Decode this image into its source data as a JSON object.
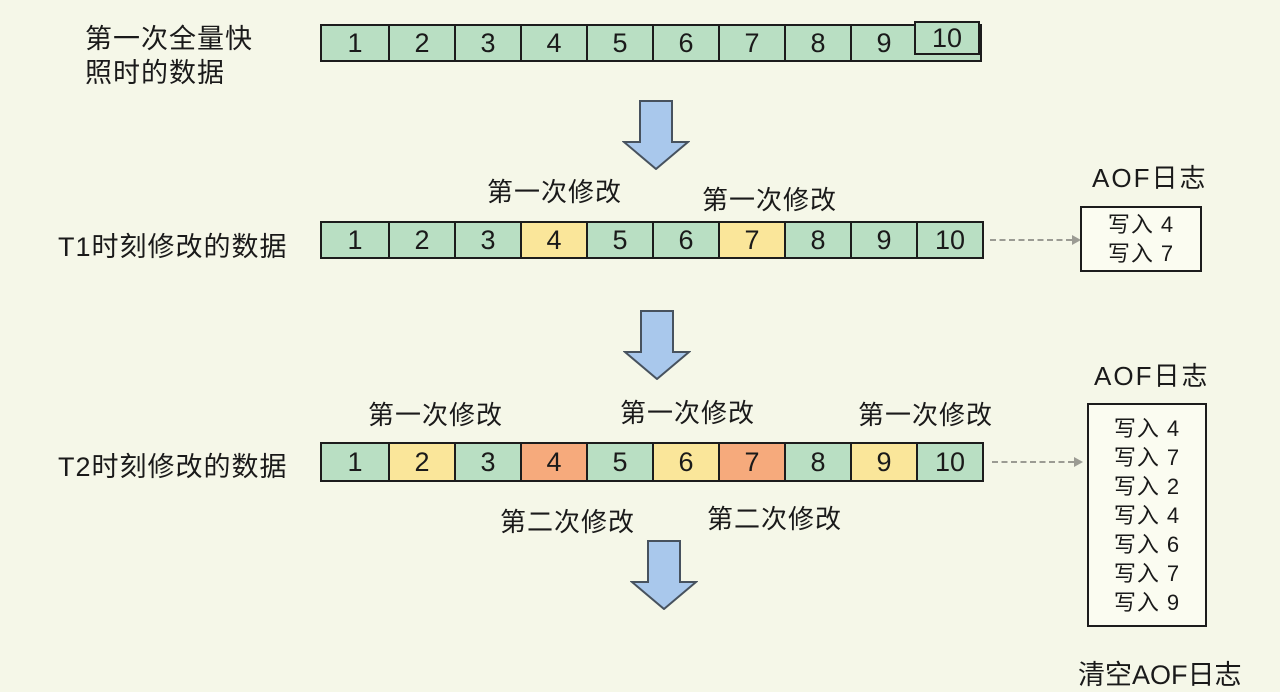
{
  "palette": {
    "background": "#f5f7e8",
    "cell_green": "#b9dfc3",
    "cell_yellow": "#fae69a",
    "cell_orange": "#f6aa7c",
    "cell_border": "#1c1c1c",
    "arrow_fill": "#a9c8ec",
    "arrow_stroke": "#47525e",
    "dash_color": "#9b9b93",
    "box_bg": "#fbfcf1",
    "text_color": "#1a1a1a"
  },
  "snapshot_row": {
    "label_line1": "第一次全量快",
    "label_line2": "照时的数据",
    "cells": [
      {
        "value": "1",
        "color": "green"
      },
      {
        "value": "2",
        "color": "green"
      },
      {
        "value": "3",
        "color": "green"
      },
      {
        "value": "4",
        "color": "green"
      },
      {
        "value": "5",
        "color": "green"
      },
      {
        "value": "6",
        "color": "green"
      },
      {
        "value": "7",
        "color": "green"
      },
      {
        "value": "8",
        "color": "green"
      },
      {
        "value": "9",
        "color": "green"
      },
      {
        "value": "10",
        "color": "green"
      }
    ]
  },
  "t1_row": {
    "label": "T1时刻修改的数据",
    "edit_labels": [
      "第一次修改",
      "第一次修改"
    ],
    "aof_title": "AOF日志",
    "aof_entries": [
      "写入 4",
      "写入 7"
    ],
    "cells": [
      {
        "value": "1",
        "color": "green"
      },
      {
        "value": "2",
        "color": "green"
      },
      {
        "value": "3",
        "color": "green"
      },
      {
        "value": "4",
        "color": "yellow"
      },
      {
        "value": "5",
        "color": "green"
      },
      {
        "value": "6",
        "color": "green"
      },
      {
        "value": "7",
        "color": "yellow"
      },
      {
        "value": "8",
        "color": "green"
      },
      {
        "value": "9",
        "color": "green"
      },
      {
        "value": "10",
        "color": "green"
      }
    ]
  },
  "t2_row": {
    "label": "T2时刻修改的数据",
    "first_edit_labels": [
      "第一次修改",
      "第一次修改",
      "第一次修改"
    ],
    "second_edit_labels": [
      "第二次修改",
      "第二次修改"
    ],
    "aof_title": "AOF日志",
    "aof_entries": [
      "写入 4",
      "写入 7",
      "写入 2",
      "写入 4",
      "写入 6",
      "写入 7",
      "写入 9"
    ],
    "cells": [
      {
        "value": "1",
        "color": "green"
      },
      {
        "value": "2",
        "color": "yellow"
      },
      {
        "value": "3",
        "color": "green"
      },
      {
        "value": "4",
        "color": "orange"
      },
      {
        "value": "5",
        "color": "green"
      },
      {
        "value": "6",
        "color": "yellow"
      },
      {
        "value": "7",
        "color": "orange"
      },
      {
        "value": "8",
        "color": "green"
      },
      {
        "value": "9",
        "color": "yellow"
      },
      {
        "value": "10",
        "color": "green"
      }
    ]
  },
  "footer": {
    "clear_label": "清空AOF日志"
  }
}
